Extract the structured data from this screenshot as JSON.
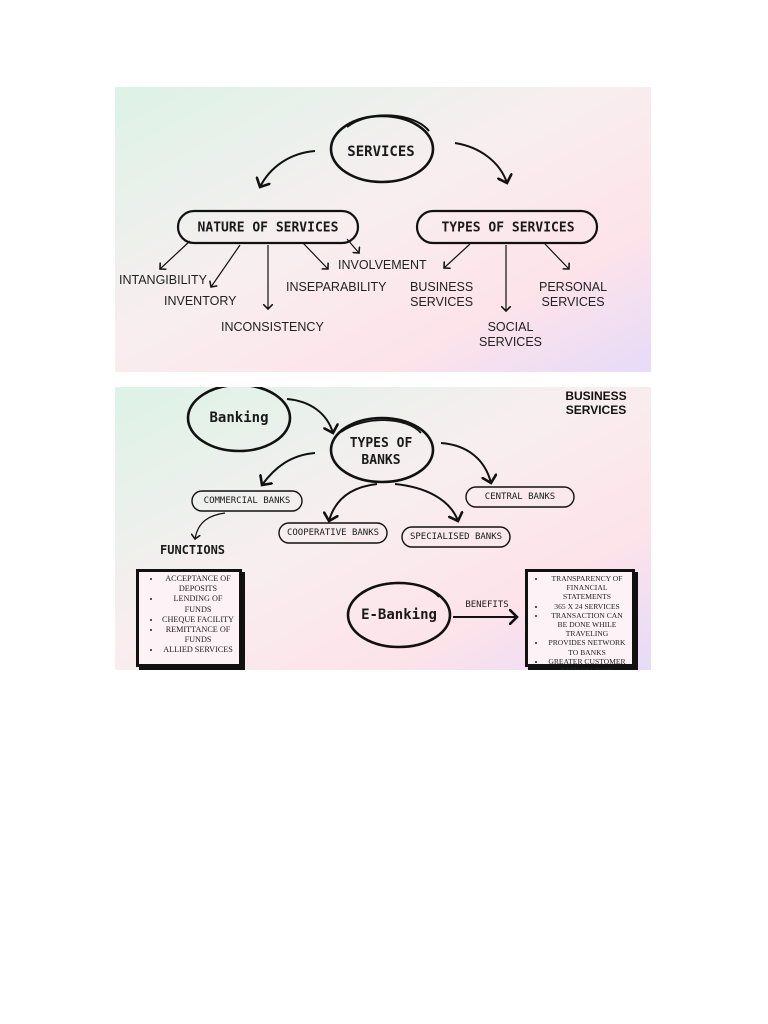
{
  "services_diagram": {
    "root": "SERVICES",
    "nature": {
      "title": "NATURE OF SERVICES",
      "items": [
        "INTANGIBILITY",
        "INVENTORY",
        "INCONSISTENCY",
        "INSEPARABILITY",
        "INVOLVEMENT"
      ]
    },
    "types": {
      "title": "TYPES OF SERVICES",
      "items": [
        "BUSINESS\nSERVICES",
        "SOCIAL\nSERVICES",
        "PERSONAL\nSERVICES"
      ]
    }
  },
  "banking_diagram": {
    "corner_title": "BUSINESS\nSERVICES",
    "banking": "Banking",
    "types_of_banks": "TYPES OF\nBANKS",
    "bank_types": [
      "COMMERCIAL BANKS",
      "COOPERATIVE BANKS",
      "SPECIALISED BANKS",
      "CENTRAL BANKS"
    ],
    "functions_title": "FUNCTIONS",
    "functions": [
      "Acceptance of deposits",
      "Lending of funds",
      "Cheque facility",
      "Remittance of funds",
      "Allied services"
    ],
    "ebanking": "E-Banking",
    "benefits_label": "BENEFITS",
    "benefits": [
      "Transparency of financial statements",
      "365 x 24 services",
      "Transaction can be done while traveling",
      "Provides network to banks",
      "Greater customer satisfaction"
    ]
  },
  "colors": {
    "gradient_mint": "#dff5ea",
    "gradient_pink": "#fde2e8",
    "gradient_lilac": "#e9dcf8",
    "ink": "#111111"
  }
}
